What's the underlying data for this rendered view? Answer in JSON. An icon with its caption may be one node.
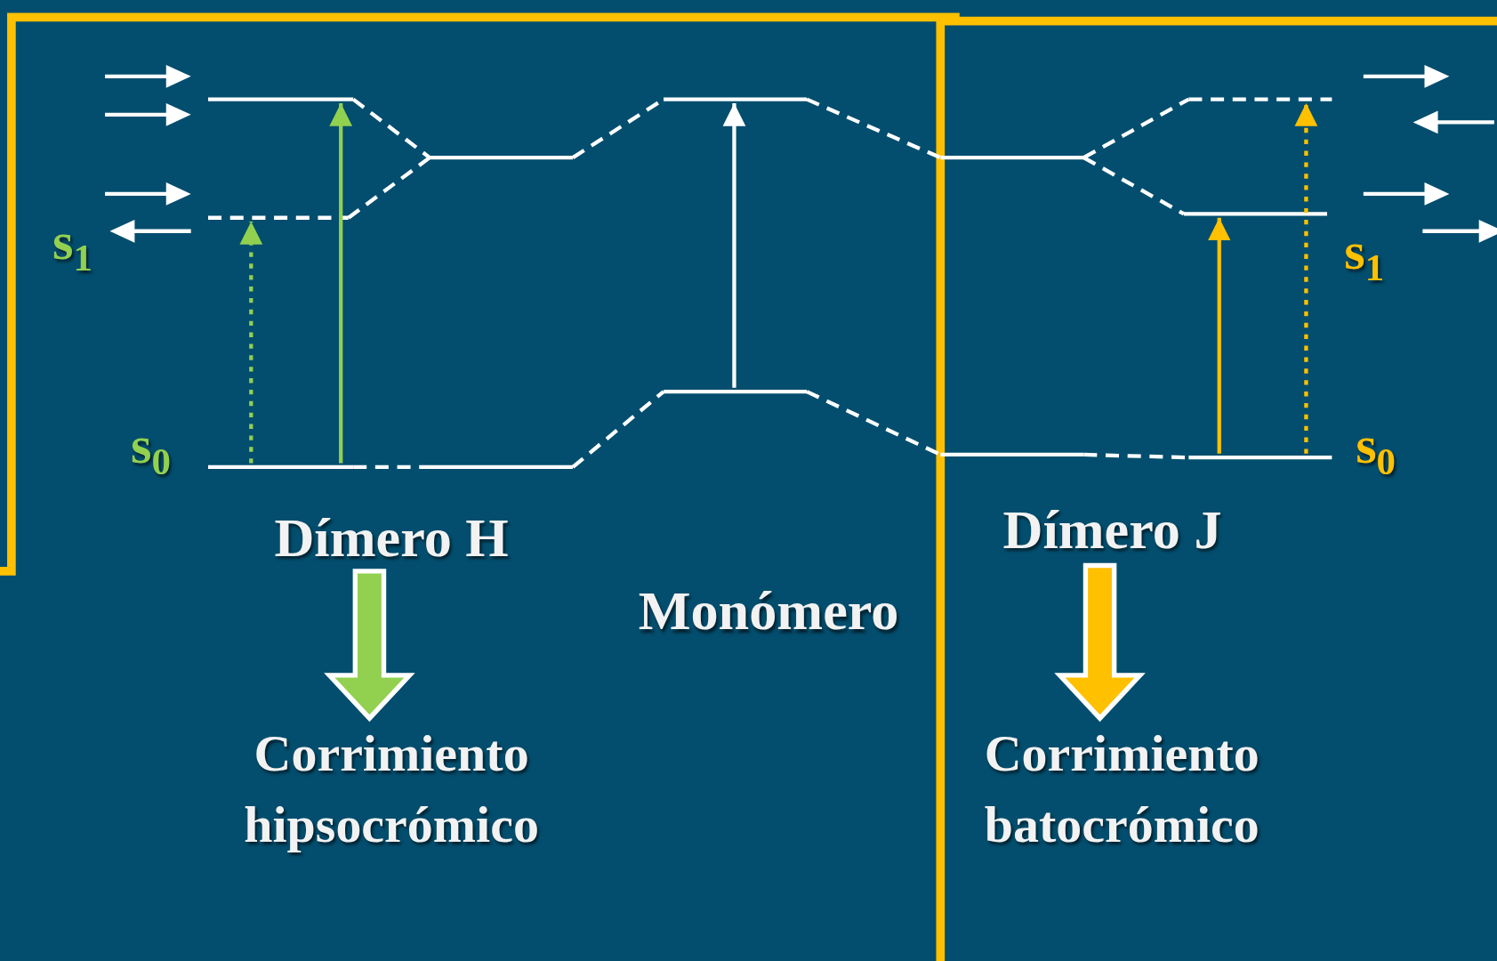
{
  "diagram": {
    "nodes": [
      {
        "text": [],
        "shape": "bar"
      },
      {
        "text": [],
        "shape": "bar"
      },
      {
        "text": [],
        "shape": "bar"
      },
      {
        "text": [],
        "shape": "bar"
      },
      {
        "text": [],
        "shape": "bar"
      },
      {
        "text": [],
        "shape": "bar"
      },
      {
        "text": [],
        "shape": "bar"
      },
      {
        "text": [],
        "shape": "bar"
      },
      {
        "text": [],
        "shape": "bar"
      },
      {
        "text": [],
        "shape": "bar"
      },
      {
        "text": [],
        "shape": "bar"
      },
      {
        "text": [],
        "shape": "bar"
      },
      {
        "text": [
          "Dímero H"
        ]
      },
      {
        "text": [
          "Corrimiento hipsocrómico"
        ]
      },
      {
        "text": [
          "Monómero"
        ]
      },
      {
        "text": [
          "Dímero J"
        ]
      },
      {
        "text": [
          "Corrimiento batocrómico"
        ]
      }
    ],
    "edges": [
      {
        "from": 2,
        "to": 1,
        "arrow": "to",
        "style": "dashed",
        "color": "#92d050"
      },
      {
        "from": 2,
        "to": 0,
        "arrow": "to",
        "color": "#92d050"
      },
      {
        "from": 6,
        "to": 5,
        "arrow": "to"
      },
      {
        "from": 11,
        "to": 10,
        "arrow": "to",
        "color": "#ffc000"
      },
      {
        "from": 11,
        "to": 9,
        "arrow": "to",
        "style": "dashed",
        "color": "#ffc000"
      },
      {
        "from": 0,
        "to": 3,
        "arrow": "none",
        "style": "dashed"
      },
      {
        "from": 1,
        "to": 3,
        "arrow": "none",
        "style": "dashed"
      },
      {
        "from": 2,
        "to": 4,
        "arrow": "none",
        "style": "dashed"
      },
      {
        "from": 3,
        "to": 5,
        "arrow": "none",
        "style": "dashed"
      },
      {
        "from": 4,
        "to": 6,
        "arrow": "none",
        "style": "dashed"
      },
      {
        "from": 5,
        "to": 7,
        "arrow": "none",
        "style": "dashed"
      },
      {
        "from": 6,
        "to": 8,
        "arrow": "none",
        "style": "dashed"
      },
      {
        "from": 7,
        "to": 9,
        "arrow": "none",
        "style": "dashed"
      },
      {
        "from": 7,
        "to": 10,
        "arrow": "none",
        "style": "dashed"
      },
      {
        "from": 8,
        "to": 11,
        "arrow": "none",
        "style": "dashed"
      },
      {
        "from": 12,
        "to": 13,
        "arrow": "to",
        "style": "thick",
        "color": "#92d050"
      },
      {
        "from": 15,
        "to": 16,
        "arrow": "to",
        "style": "thick",
        "color": "#ffc000"
      }
    ],
    "labels": [
      "s$_{1}$",
      "s$_{1}$",
      "s$_{0}$",
      "s$_{0}$"
    ]
  }
}
